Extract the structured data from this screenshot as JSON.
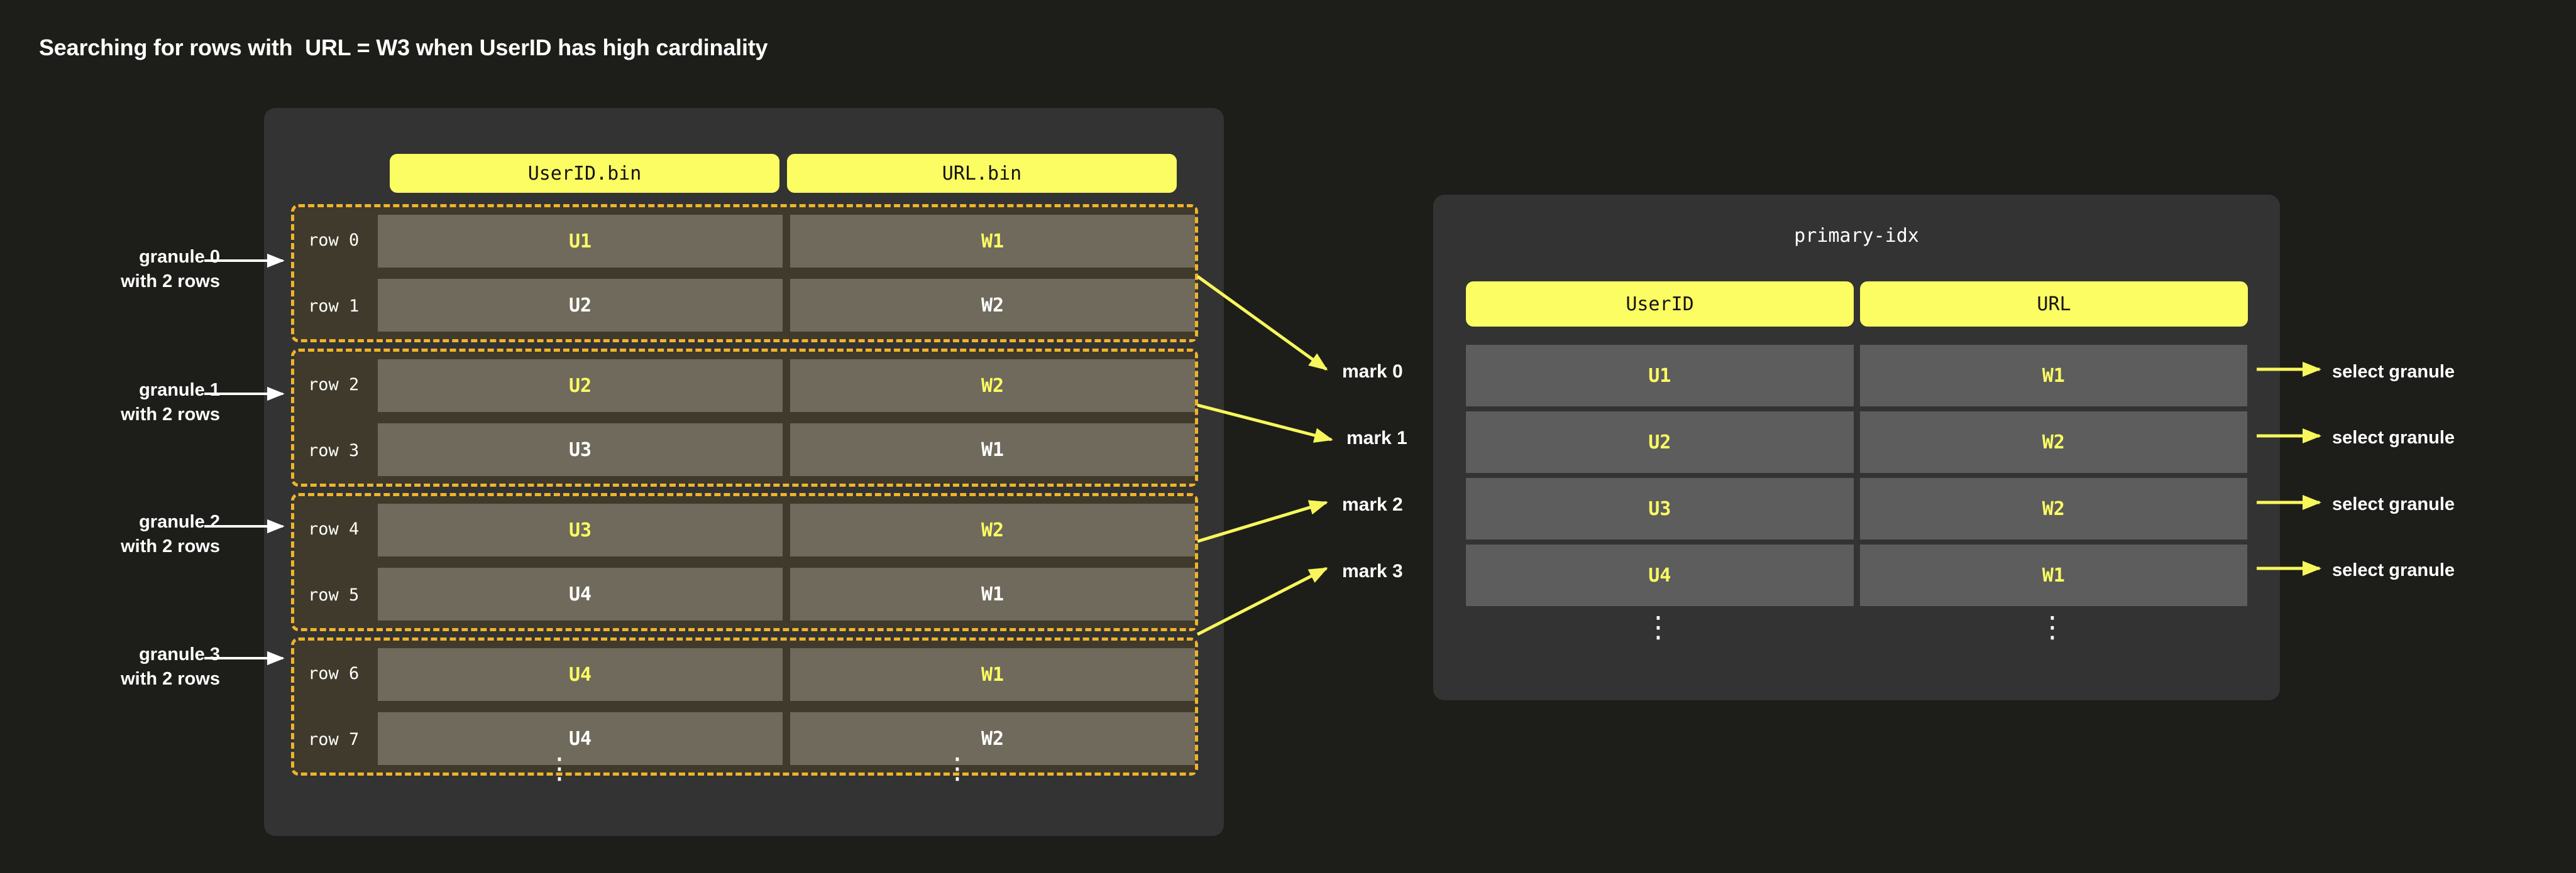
{
  "title": "Searching for rows with  URL = W3 when UserID has high cardinality",
  "colors": {
    "background": "#1d1e1a",
    "panel": "#333333",
    "accent_yellow": "#fcfc63",
    "granule_border": "#f0b429",
    "data_cell": "#6f6a5b",
    "index_cell": "#5d5d5d",
    "row_label_bg": "#3f3a2b",
    "text_white": "#ffffff"
  },
  "parts_panel": {
    "columns": [
      {
        "label": "UserID.bin",
        "name": "userid-bin"
      },
      {
        "label": "URL.bin",
        "name": "url-bin"
      }
    ],
    "ellipsis": "⋮",
    "granules": [
      {
        "note": "granule 0\nwith 2 rows",
        "rows": [
          {
            "label": "row 0",
            "userid": "U1",
            "url": "W1",
            "highlight": true
          },
          {
            "label": "row 1",
            "userid": "U2",
            "url": "W2",
            "highlight": false
          }
        ]
      },
      {
        "note": "granule 1\nwith 2 rows",
        "rows": [
          {
            "label": "row 2",
            "userid": "U2",
            "url": "W2",
            "highlight": true
          },
          {
            "label": "row 3",
            "userid": "U3",
            "url": "W1",
            "highlight": false
          }
        ]
      },
      {
        "note": "granule 2\nwith 2 rows",
        "rows": [
          {
            "label": "row 4",
            "userid": "U3",
            "url": "W2",
            "highlight": true
          },
          {
            "label": "row 5",
            "userid": "U4",
            "url": "W1",
            "highlight": false
          }
        ]
      },
      {
        "note": "granule 3\nwith 2 rows",
        "rows": [
          {
            "label": "row 6",
            "userid": "U4",
            "url": "W1",
            "highlight": true
          },
          {
            "label": "row 7",
            "userid": "U4",
            "url": "W2",
            "highlight": false
          }
        ]
      }
    ]
  },
  "marks": [
    {
      "label": "mark 0"
    },
    {
      "label": "mark 1"
    },
    {
      "label": "mark 2"
    },
    {
      "label": "mark 3"
    }
  ],
  "index_panel": {
    "title": "primary-idx",
    "ellipsis": "⋮",
    "columns": [
      {
        "label": "UserID",
        "name": "userid"
      },
      {
        "label": "URL",
        "name": "url"
      }
    ],
    "rows": [
      {
        "userid": "U1",
        "url": "W1",
        "action": "select granule"
      },
      {
        "userid": "U2",
        "url": "W2",
        "action": "select granule"
      },
      {
        "userid": "U3",
        "url": "W2",
        "action": "select granule"
      },
      {
        "userid": "U4",
        "url": "W1",
        "action": "select granule"
      }
    ]
  }
}
